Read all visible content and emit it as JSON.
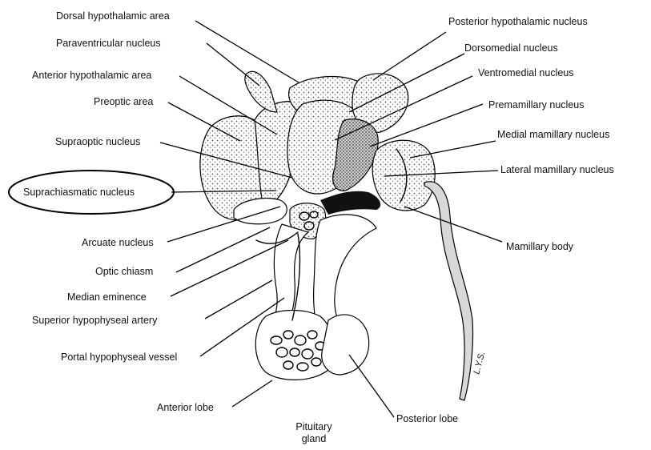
{
  "labels": {
    "dorsal_hypothalamic_area": "Dorsal hypothalamic area",
    "paraventricular_nucleus": "Paraventricular nucleus",
    "anterior_hypothalamic_area": "Anterior hypothalamic area",
    "preoptic_area": "Preoptic area",
    "supraoptic_nucleus": "Supraoptic nucleus",
    "suprachiasmatic_nucleus": "Suprachiasmatic nucleus",
    "arcuate_nucleus": "Arcuate nucleus",
    "optic_chiasm": "Optic chiasm",
    "median_eminence": "Median eminence",
    "superior_hypophyseal_artery": "Superior hypophyseal artery",
    "portal_hypophyseal_vessel": "Portal hypophyseal vessel",
    "anterior_lobe": "Anterior lobe",
    "posterior_hypothalamic_nucleus": "Posterior hypothalamic nucleus",
    "dorsomedial_nucleus": "Dorsomedial nucleus",
    "ventromedial_nucleus": "Ventromedial nucleus",
    "premamillary_nucleus": "Premamillary nucleus",
    "medial_mamillary_nucleus": "Medial mamillary nucleus",
    "lateral_mamillary_nucleus": "Lateral mamillary nucleus",
    "mamillary_body": "Mamillary body",
    "posterior_lobe": "Posterior lobe",
    "pituitary_gland_line1": "Pituitary",
    "pituitary_gland_line2": "gland"
  },
  "highlighted_label": "Suprachiasmatic nucleus",
  "colors": {
    "ink": "#000000",
    "shading": "#9a9a9a",
    "background": "#ffffff"
  }
}
